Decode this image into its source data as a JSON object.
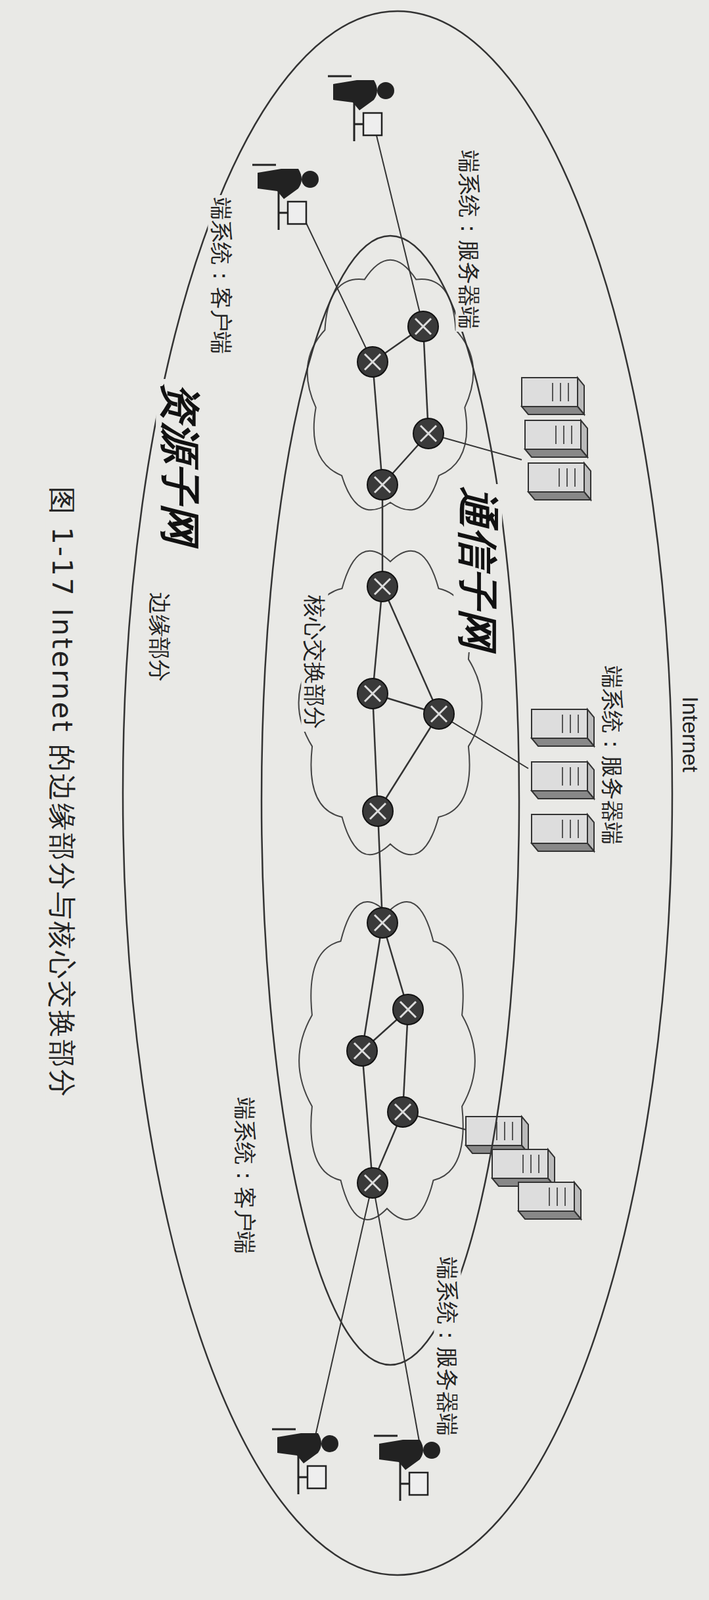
{
  "diagram": {
    "caption": "图 1-17 Internet 的边缘部分与核心交换部分",
    "nodes": [
      {
        "text": [
          "Internet"
        ]
      },
      {
        "text": [
          "核心交换部分"
        ],
        "in": 0
      }
    ],
    "labels": [
      "端系统：服务器端",
      "端系统：客户端",
      "端系统：服务器端",
      "端系统：客户端",
      "端系统：服务器端",
      "边缘部分",
      "通信子网",
      "资源子网"
    ]
  }
}
